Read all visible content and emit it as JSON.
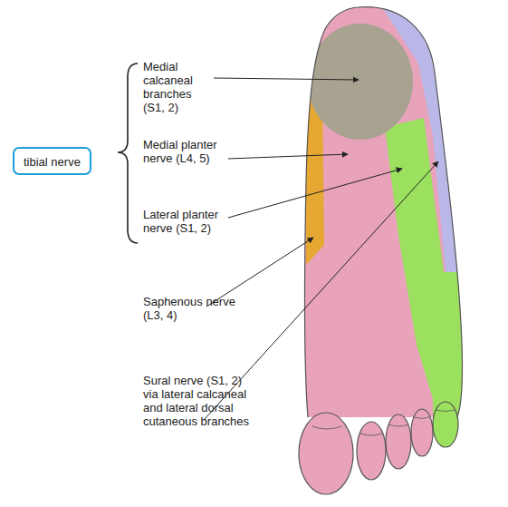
{
  "diagram": {
    "nodes": [
      {
        "text": [
          "tibial nerve"
        ]
      }
    ],
    "labels": [
      "Medial calcaneal branches (S1, 2)",
      "Medial planter nerve (L4, 5)",
      "Lateral planter nerve (S1, 2)",
      "Saphenous nerve (L3, 4)",
      "Sural nerve (S1, 2) via lateral calcaneal and lateral dorsal cutaneous branches"
    ]
  }
}
